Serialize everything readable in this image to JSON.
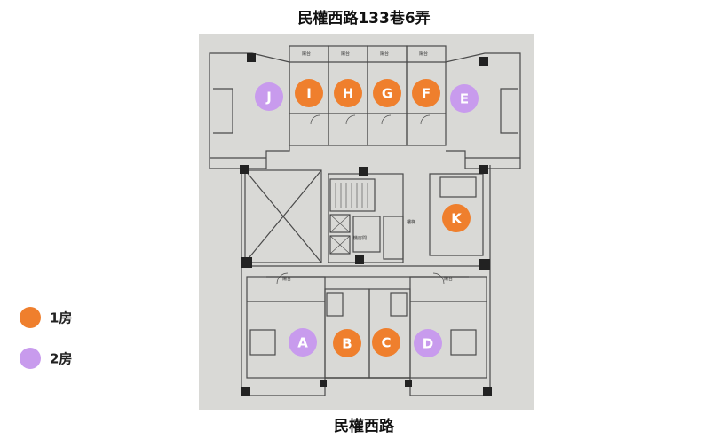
{
  "diagram": {
    "title_top": "民權西路133巷6弄",
    "title_bottom": "民權西路"
  },
  "legend": [
    {
      "label": "1房",
      "color": "#ef7f2d"
    },
    {
      "label": "2房",
      "color": "#c89bed"
    }
  ],
  "units": [
    {
      "id": "J",
      "type": "2房"
    },
    {
      "id": "I",
      "type": "1房"
    },
    {
      "id": "H",
      "type": "1房"
    },
    {
      "id": "G",
      "type": "1房"
    },
    {
      "id": "F",
      "type": "1房"
    },
    {
      "id": "E",
      "type": "2房"
    },
    {
      "id": "K",
      "type": "1房"
    },
    {
      "id": "A",
      "type": "2房"
    },
    {
      "id": "B",
      "type": "1房"
    },
    {
      "id": "C",
      "type": "1房"
    },
    {
      "id": "D",
      "type": "2房"
    }
  ],
  "colors": {
    "one_room": "#ef7f2d",
    "two_room": "#c89bed",
    "plan_bg": "#d9d9d6",
    "wall": "#4a4a4a",
    "column": "#222222"
  },
  "plan_labels": {
    "balcony": "陽台",
    "stair": "樓梯",
    "machine_room": "機房間"
  }
}
